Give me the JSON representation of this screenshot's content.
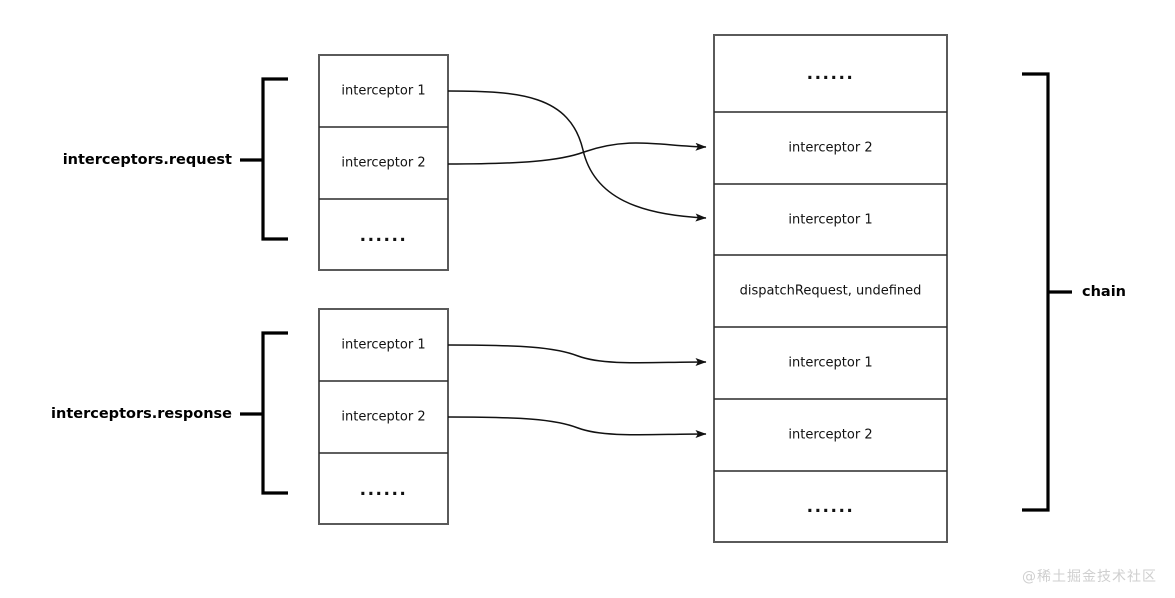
{
  "diagram": {
    "title": "axios interceptors chain composition",
    "background_color": "#ffffff",
    "line_color": "#111111",
    "box_border_color": "#5a5a5a",
    "text_color": "#111111",
    "ellipsis": "......"
  },
  "groups": {
    "request": {
      "label": "interceptors.request",
      "cells": [
        {
          "text": "interceptor 1"
        },
        {
          "text": "interceptor 2"
        },
        {
          "text": "......"
        }
      ]
    },
    "response": {
      "label": "interceptors.response",
      "cells": [
        {
          "text": "interceptor 1"
        },
        {
          "text": "interceptor 2"
        },
        {
          "text": "......"
        }
      ]
    },
    "chain": {
      "label": "chain",
      "cells": [
        {
          "text": "......"
        },
        {
          "text": "interceptor 2"
        },
        {
          "text": "interceptor 1"
        },
        {
          "text": "dispatchRequest, undefined"
        },
        {
          "text": "interceptor 1"
        },
        {
          "text": "interceptor 2"
        },
        {
          "text": "......"
        }
      ]
    }
  },
  "connections": [
    {
      "from": "request.interceptor 1",
      "to": "chain.interceptor 1",
      "style": "crossing-curve"
    },
    {
      "from": "request.interceptor 2",
      "to": "chain.interceptor 2",
      "style": "crossing-curve"
    },
    {
      "from": "response.interceptor 1",
      "to": "chain.interceptor 1",
      "style": "s-curve"
    },
    {
      "from": "response.interceptor 2",
      "to": "chain.interceptor 2",
      "style": "s-curve"
    }
  ],
  "watermark": {
    "text": "@稀土掘金技术社区"
  }
}
